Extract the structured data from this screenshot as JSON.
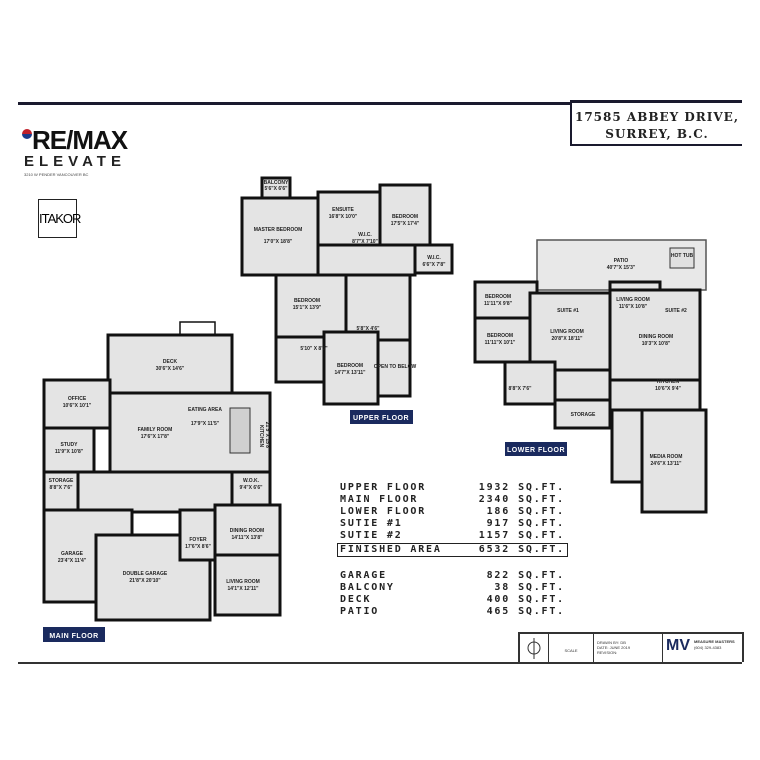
{
  "address": {
    "line1": "17585 ABBEY DRIVE,",
    "line2": "SURREY, B.C."
  },
  "logo": {
    "brand": "RE/MAX",
    "sub": "ELEVATE",
    "office": "3210 W PENDER VANCOUVER BC",
    "partner": "ITAKOR"
  },
  "floors": {
    "main": {
      "label": "MAIN FLOOR",
      "rooms": [
        {
          "name": "DECK",
          "dim": "30'6\"X 14'6\""
        },
        {
          "name": "OFFICE",
          "dim": "10'6\"X 10'1\""
        },
        {
          "name": "STUDY",
          "dim": "11'9\"X 10'8\""
        },
        {
          "name": "FAMILY ROOM",
          "dim": "17'6\"X 17'8\""
        },
        {
          "name": "EATING AREA",
          "dim": "17'9\"X 11'5\""
        },
        {
          "name": "KITCHEN",
          "dim": "21'5\"X 15'8\""
        },
        {
          "name": "STORAGE",
          "dim": "8'8\"X 7'6\""
        },
        {
          "name": "W.O.K.",
          "dim": "9'4\"X 6'6\""
        },
        {
          "name": "GARAGE",
          "dim": "23'4\"X 11'4\""
        },
        {
          "name": "DOUBLE GARAGE",
          "dim": "21'8\"X 20'10\""
        },
        {
          "name": "FOYER",
          "dim": "17'6\"X 8'6\""
        },
        {
          "name": "DINING ROOM",
          "dim": "14'11\"X 13'8\""
        },
        {
          "name": "LIVING ROOM",
          "dim": "14'1\"X 12'11\""
        }
      ]
    },
    "upper": {
      "label": "UPPER FLOOR",
      "rooms": [
        {
          "name": "BALCONY",
          "dim": "5'6\"X 6'6\""
        },
        {
          "name": "MASTER BEDROOM",
          "dim": "17'0\"X 18'8\""
        },
        {
          "name": "ENSUITE",
          "dim": "16'8\"X 10'0\""
        },
        {
          "name": "W.I.C.",
          "dim": "8'7\"X 7'10\""
        },
        {
          "name": "BEDROOM",
          "dim": "17'5\"X 17'4\""
        },
        {
          "name": "W.I.C.",
          "dim": "6'6\"X 7'8\""
        },
        {
          "name": "BEDROOM",
          "dim": "15'1\"X 13'9\""
        },
        {
          "name": "",
          "dim": "5'10\" X 8'3\""
        },
        {
          "name": "",
          "dim": "5'8\"X 4'6\""
        },
        {
          "name": "BEDROOM",
          "dim": "14'7\"X 13'11\""
        },
        {
          "name": "OPEN TO BELOW",
          "dim": ""
        }
      ]
    },
    "lower": {
      "label": "LOWER FLOOR",
      "rooms": [
        {
          "name": "PATIO",
          "dim": "40'7\"X 15'3\""
        },
        {
          "name": "HOT TUB",
          "dim": ""
        },
        {
          "name": "BEDROOM",
          "dim": "11'11\"X 9'8\""
        },
        {
          "name": "BEDROOM",
          "dim": "11'11\"X 10'1\""
        },
        {
          "name": "SUITE #1",
          "dim": ""
        },
        {
          "name": "LIVING ROOM",
          "dim": "20'8\"X 18'11\""
        },
        {
          "name": "LIVING ROOM",
          "dim": "11'6\"X 10'8\""
        },
        {
          "name": "SUITE #2",
          "dim": ""
        },
        {
          "name": "DINING ROOM",
          "dim": "10'3\"X 10'8\""
        },
        {
          "name": "",
          "dim": "8'8\"X 7'6\""
        },
        {
          "name": "STORAGE",
          "dim": ""
        },
        {
          "name": "KITCHEN",
          "dim": "10'6\"X 9'4\""
        },
        {
          "name": "MEDIA ROOM",
          "dim": "24'6\"X 13'11\""
        }
      ]
    }
  },
  "areas": {
    "unit": "SQ.FT.",
    "finished": [
      {
        "name": "UPPER FLOOR",
        "value": "1932"
      },
      {
        "name": "MAIN FLOOR",
        "value": "2340"
      },
      {
        "name": "LOWER FLOOR",
        "value": "186"
      },
      {
        "name": "SUTIE #1",
        "value": "917"
      },
      {
        "name": "SUTIE #2",
        "value": "1157"
      }
    ],
    "total": {
      "name": "FINISHED AREA",
      "value": "6532"
    },
    "other": [
      {
        "name": "GARAGE",
        "value": "822"
      },
      {
        "name": "BALCONY",
        "value": "38"
      },
      {
        "name": "DECK",
        "value": "400"
      },
      {
        "name": "PATIO",
        "value": "465"
      }
    ]
  },
  "title_block": {
    "scale": "SCALE",
    "drawn": "DRAWN BY: DB",
    "date": "DATE: JUNE 2019",
    "revision": "REVISION:",
    "company": "MEASURE MASTERS",
    "phone": "(604) 329-4383"
  },
  "colors": {
    "navy": "#1a2a5e",
    "room_fill": "#e4e4e4"
  }
}
